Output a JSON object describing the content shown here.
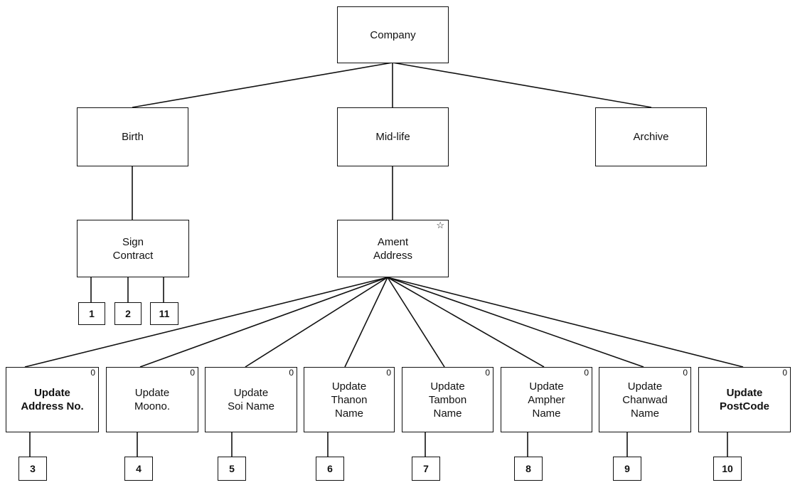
{
  "diagram": {
    "root": {
      "label": "Company"
    },
    "phases": [
      {
        "label": "Birth"
      },
      {
        "label": "Mid-life"
      },
      {
        "label": "Archive"
      }
    ],
    "events": [
      {
        "label": "Sign\nContract",
        "attributes": [
          "1",
          "2",
          "11"
        ]
      },
      {
        "label": "Ament\nAddress",
        "marker": "☆"
      }
    ],
    "updates": [
      {
        "label": "Update\nAddress No.",
        "marker": "0",
        "attribute": "3"
      },
      {
        "label": "Update\nMoono.",
        "marker": "0",
        "attribute": "4"
      },
      {
        "label": "Update\nSoi Name",
        "marker": "0",
        "attribute": "5"
      },
      {
        "label": "Update\nThanon\nName",
        "marker": "0",
        "attribute": "6"
      },
      {
        "label": "Update\nTambon\nName",
        "marker": "0",
        "attribute": "7"
      },
      {
        "label": "Update\nAmpher\nName",
        "marker": "0",
        "attribute": "8"
      },
      {
        "label": "Update\nChanwad\nName",
        "marker": "0",
        "attribute": "9"
      },
      {
        "label": "Update\nPostCode",
        "marker": "0",
        "attribute": "10"
      }
    ]
  }
}
